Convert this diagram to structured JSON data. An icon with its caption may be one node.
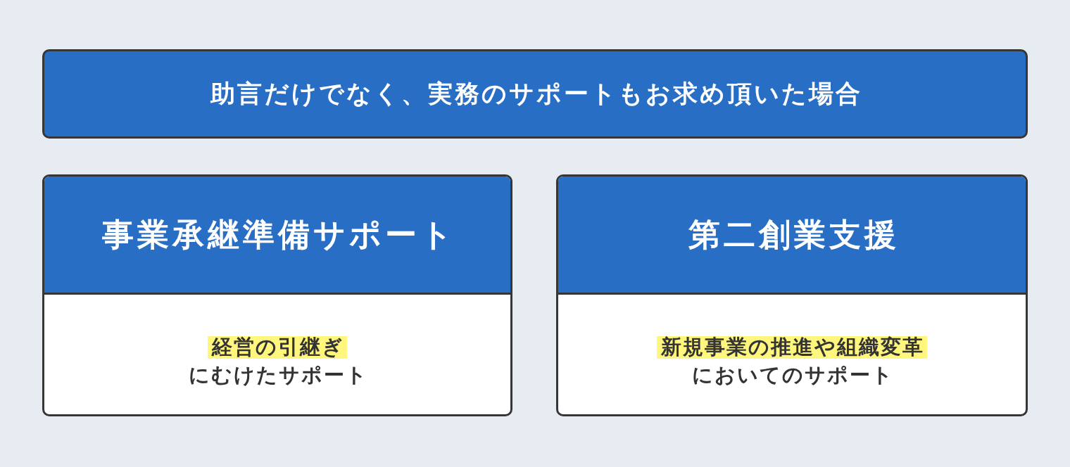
{
  "diagram": {
    "nodes": [
      {
        "text": [
          "助言だけでなく、実務のサポートもお求め頂いた場合"
        ]
      },
      {
        "text": [
          "事業承継準備サポート",
          "経営の引継ぎ",
          "にむけたサポート"
        ]
      },
      {
        "text": [
          "第二創業支援",
          "新規事業の推進や組織変革",
          "においてのサポート"
        ]
      }
    ],
    "edges": []
  }
}
